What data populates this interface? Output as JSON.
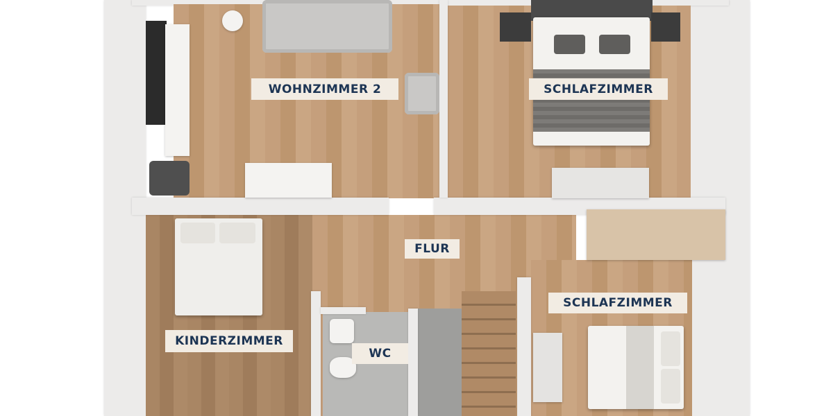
{
  "floorplan": {
    "rooms": [
      {
        "id": "wohnzimmer2",
        "label": "WOHNZIMMER 2"
      },
      {
        "id": "schlafzimmer1",
        "label": "SCHLAFZIMMER"
      },
      {
        "id": "flur",
        "label": "FLUR"
      },
      {
        "id": "schlafzimmer2",
        "label": "SCHLAFZIMMER"
      },
      {
        "id": "kinderzimmer",
        "label": "KINDERZIMMER"
      },
      {
        "id": "wc",
        "label": "WC"
      }
    ],
    "colors": {
      "label_bg": "#f2ece3",
      "label_text": "#1d3554",
      "floor": "#c59f7c",
      "wall": "#ecebea"
    }
  }
}
